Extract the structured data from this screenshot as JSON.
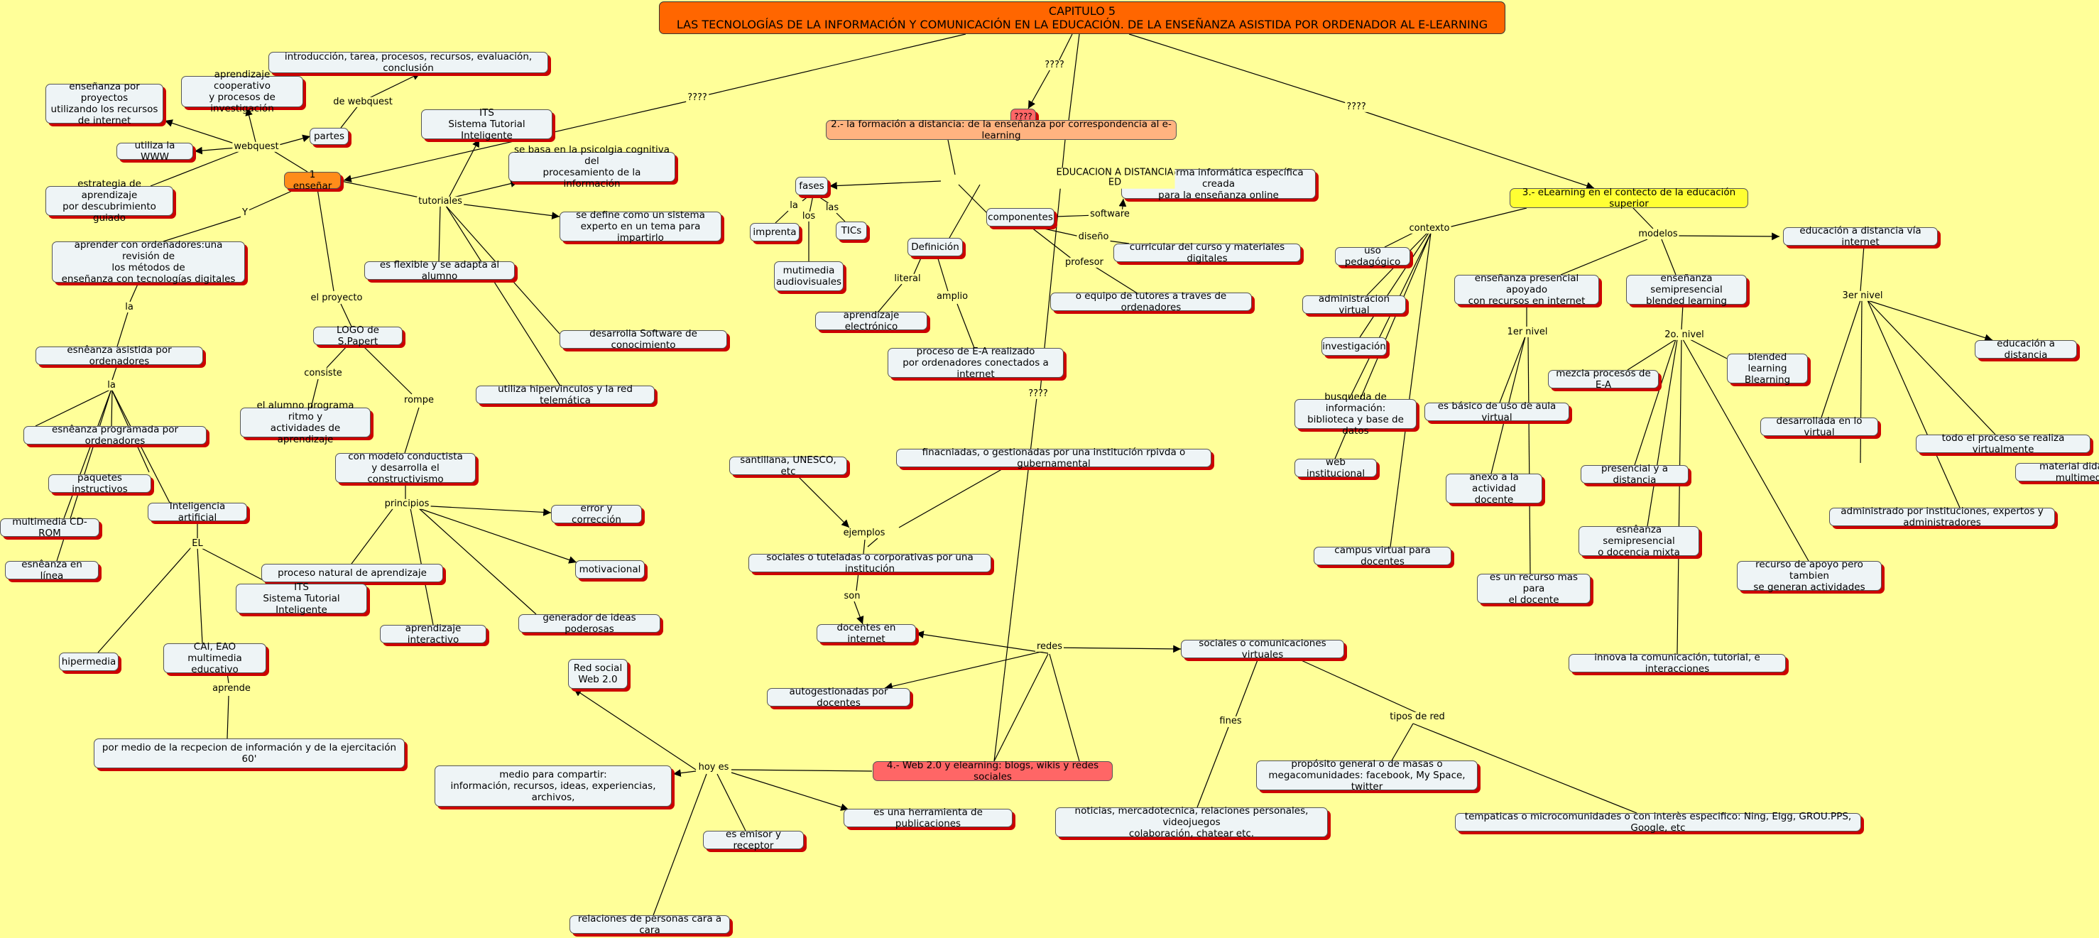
{
  "colors": {
    "background": "#ffff99",
    "node": "#eef4f6",
    "shadow": "#cc0000",
    "title": "#ff6600",
    "orange": "#ff8c1a",
    "salmon": "#ffb380",
    "yellow": "#ffff33",
    "red": "#ff6666",
    "line": "#000000"
  },
  "nodes": {
    "title": "CAPITULO 5\nLAS TECNOLOGÍAS DE LA INFORMACIÓN Y COMUNICACIÓN EN LA EDUCACIÓN. DE LA ENSEÑANZA ASISTIDA POR ORDENADOR AL E-LEARNING",
    "q_center": "????",
    "n1": "1 enseñar",
    "n2": "2.- la formación a distancia: de la enseñanza por correspondencia al e-learning",
    "n3": "3.- eLearning en el contecto de la educación superior",
    "n4": "4.- Web 2.0 y elearning: blogs, wikis y redes sociales",
    "introduccion": "introducción, tarea, procesos, recursos, evaluación, conclusión",
    "aprendizaje_coop": "aprendizaje cooperativo\ny procesos de investigación",
    "ens_proyectos": "enseñanza por proyectos\nutilizando los recursos\nde internet",
    "partes": "partes",
    "its_top": "ITS\nSistema Tutorial Inteligente",
    "www": "utiliza la WWW",
    "estrategia": "estrategia de aprendizaje\npor descubrimiento guiado",
    "psicologia": "se basa en la psicolgia  cognitiva del\nprocesamiento de la información",
    "sistema_experto": "se define como un sistema\nexperto en un tema para impartirlo",
    "aprender_ord": "aprender con ordenadores:una revisión de\nlos métodos de\nenseñanza con tecnologías digitales",
    "flexible": "es flexible y se adapta al alumno",
    "logo": "LOGO de S.Papert",
    "soft_con": "desarrolla Software de conocimiento",
    "ens_asistida": "esnêanza asistida por ordenadores",
    "hipervinculos": "utiliza hipervinculos y la red telemática",
    "alumno_programa": "el alumno programa ritmo y\nactividades de aprendizaje",
    "conductista": "con modelo conductista\ny desarrolla el constructivismo",
    "ens_programada": "esnêanza programada por ordenadores",
    "paquetes": "paquetes instructivos",
    "multimedia_cd": "multimedia CD-ROM",
    "ia": "Inteligencia artificial",
    "ens_linea": "esnêanza en línea",
    "proceso_natural": "proceso natural de aprendizaje",
    "error": "error y corrección",
    "motivacional": "motivacional",
    "its_bottom": "ITS\nSistema Tutorial Inteligente",
    "generador": "generador de ideas poderosas",
    "aprendizaje_int": "aprendizaje interactivo",
    "hipermedia": "hipermedia",
    "cai": "CAI, EAO\nmultimedia educativo",
    "recepcion": "por medio de la recpecion de información y de la ejercitación\n60'",
    "red_social": "Red social\nWeb 2.0",
    "medio_compartir": "medio para compartir:\ninformación, recursos, ideas, experiencias, archivos,",
    "emisor": "es emisor y receptor",
    "relaciones": "relaciones de personas cara a cara",
    "herramienta": "es una herramienta de publicaciones",
    "fases": "fases",
    "imprenta": "imprenta",
    "tics": "TICs",
    "mutimedia_av": "mutimedia\naudiovisuales",
    "componentes": "componentes",
    "plataforma": "o plataforma informática específica creada\npara la enseñanza online",
    "curricular": "curricular del curso y materiales digitales",
    "tutores": "o equipo de tutores a traves de ordenadores",
    "definicion": "Definición",
    "apr_electronico": "aprendizaje electrónico",
    "proceso_ea": "proceso de E-A realizado\npor ordenadores conectados a internet",
    "santillana": "santillana, UNESCO, etc",
    "financiadas": "finacniadas, o gestionadas por una institución rpivda o gubernamental",
    "sociales_tuteladas": "sociales o tuteladas o corporativas por una institución",
    "docentes": "docentes en internet",
    "autogestionadas": "autogestionadas por docentes",
    "sociales_virtuales": "sociales o comunicaciones virtuales",
    "proposito": "propósito general o de masas o\nmegacomunidades: facebook, My Space, twitter",
    "noticias": "noticias, mercadotecnica, relaciones personales, videojuegos\ncolaboración, chatear etc.",
    "tematicas": "tempaticas o microcomunidades o con interès especifico: Ning, Elgg, GROU.PPS, Google, etc",
    "uso_pedagogico": "uso pedagógico",
    "admin_virtual": "administracion virtual",
    "investigacion": "investigación",
    "busqueda": "busqueda de información:\nbiblioteca y base de datos",
    "web_inst": "web institucional",
    "campus": "campus virtual para docentes",
    "ens_presencial": "enseñanza presencial apoyado\ncon recursos en internet",
    "basico": "es básico de uso de aula virtual",
    "anexo": "anexo a la actividad\ndocente",
    "recurso_mas": "es un recurso mas para\nel docente",
    "ens_semi": "enseñanza semipresencial\nblended learning",
    "mezcla": "mezcla procesos de E-A",
    "blended": "blended learning\nBlearning",
    "presencial_dist": "presencial y a distancia",
    "ens_semi_mixta": "esnêanza semipresencial\no docencia mixta",
    "recurso_apoyo": "recurso de apoyo pero tambien\nse generan actividades",
    "innova": "innova la comunicación, tutorial, e interacciones",
    "ed_distancia_int": "educación a distancia vía internet",
    "ed_distancia": "educación a distancia",
    "desarrollada": "desarrollada en lo virtual",
    "todo_proceso": "todo el proceso se realiza virtualmente",
    "material": "material didáctico multimedia",
    "administrado": "administrado por instituciones, expertos y administradores"
  },
  "labels": {
    "q1": "????",
    "q2": "????",
    "q3": "????",
    "q4": "????",
    "de_webquest": "de webquest",
    "webquest": "webquest",
    "tutoriales": "tutoriales",
    "y": "Y",
    "el_proyecto": "el proyecto",
    "la1": "la",
    "la2": "la",
    "consiste": "consiste",
    "rompe": "rompe",
    "principios": "principios",
    "el": "EL",
    "aprende": "aprende",
    "hoy_es": "hoy es",
    "ed_dist_ed": "EDUCACION A DISTANCIA\nED",
    "la3": "la",
    "los": "los",
    "las": "las",
    "software": "software",
    "diseno": "diseño",
    "profesor": "profesor",
    "literal": "literal",
    "amplio": "amplio",
    "ejemplos": "ejemplos",
    "son": "son",
    "redes": "redes",
    "fines": "fines",
    "tipos_red": "tipos de red",
    "contexto": "contexto",
    "modelos": "modelos",
    "primer_nivel": "1er nivel",
    "segundo_nivel": "2o. nivel",
    "tercer_nivel": "3er   nivel"
  }
}
